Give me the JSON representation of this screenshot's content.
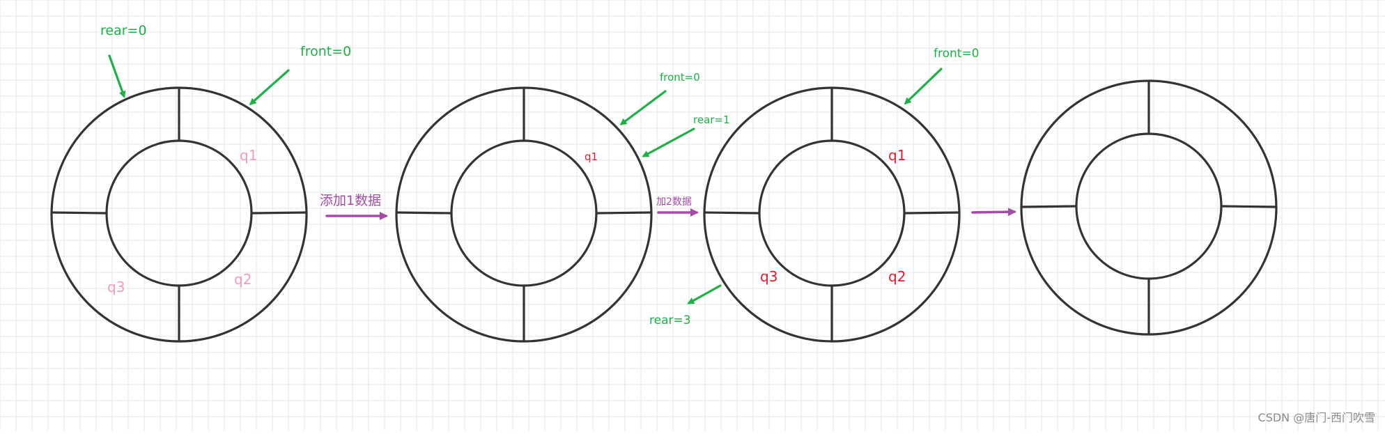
{
  "colors": {
    "pointer_label": "#1db046",
    "operation": "#a64aa8",
    "slot_faded": "#f39ac0",
    "slot_active": "#e8192c",
    "stroke": "#333333",
    "grid": "#e6e6e6",
    "watermark": "#8a8a8a"
  },
  "diagram1": {
    "rear_label": "rear=0",
    "front_label": "front=0",
    "slot_q1": "q1",
    "slot_q2": "q2",
    "slot_q3": "q3"
  },
  "op1": {
    "label": "添加1数据"
  },
  "diagram2": {
    "front_label": "front=0",
    "rear_label": "rear=1",
    "slot_q1": "q1"
  },
  "op2": {
    "label": "加2数据"
  },
  "diagram3": {
    "front_label": "front=0",
    "rear_label": "rear=3",
    "slot_q1": "q1",
    "slot_q2": "q2",
    "slot_q3": "q3"
  },
  "watermark": "CSDN @唐门-西门吹雪"
}
